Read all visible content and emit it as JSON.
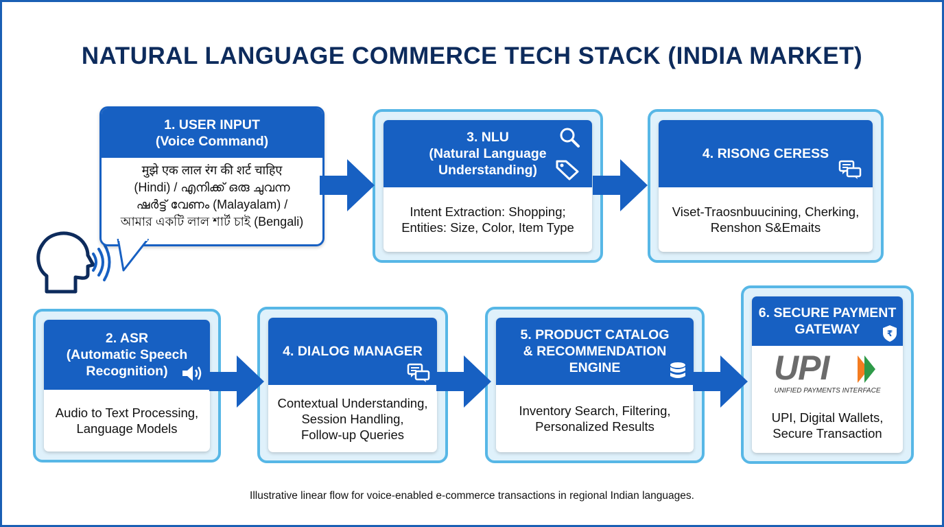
{
  "title": "NATURAL LANGUAGE COMMERCE TECH STACK (INDIA MARKET)",
  "footer": "Illustrative linear flow for voice-enabled e-commerce transactions in regional Indian languages.",
  "colors": {
    "header_blue": "#1760c2",
    "frame_cyan": "#57b7e6",
    "title_navy": "#0d2b5c"
  },
  "steps": {
    "user_input": {
      "title1": "1. USER INPUT",
      "title2": "(Voice Command)",
      "lines": [
        "मुझे एक लाल रंग की शर्ट चाहिए",
        "(Hindi) / എനിക്ക് ഒരു ചുവന്ന",
        "ഷർട്ട് വേണം (Malayalam) /",
        "আমার একটি লাল শার্ট চাই (Bengali)"
      ],
      "icon": "speaking-head-icon"
    },
    "nlu": {
      "title1": "3. NLU",
      "title2": "(Natural Language",
      "title3": "Understanding)",
      "lines": [
        "Intent Extraction: Shopping;",
        "Entities: Size, Color, Item Type"
      ],
      "icons": [
        "magnifier-icon",
        "tag-icon"
      ]
    },
    "rising": {
      "title1": "4. RISONG CERESS",
      "lines": [
        "Viset-Traosnbuucining, Cherking,",
        "Renshon S&Emaits"
      ],
      "icon": "chat-bubbles-icon"
    },
    "asr": {
      "title1": "2. ASR",
      "title2": "(Automatic Speech",
      "title3": "Recognition)",
      "lines": [
        "Audio to Text Processing,",
        "Language Models"
      ],
      "icon": "speaker-icon"
    },
    "dialog": {
      "title1": "4. DIALOG MANAGER",
      "lines": [
        "Contextual Understanding,",
        "Session Handling,",
        "Follow-up Queries"
      ],
      "icon": "chat-bubbles-icon"
    },
    "catalog": {
      "title1": "5. PRODUCT CATALOG",
      "title2": "& RECOMMENDATION",
      "title3": "ENGINE",
      "lines": [
        "Inventory Search, Filtering,",
        "Personalized Results"
      ],
      "icon": "database-icon"
    },
    "payment": {
      "title1": "6. SECURE PAYMENT",
      "title2": "GATEWAY",
      "logo_text": "UPI",
      "logo_sub": "UNIFIED PAYMENTS INTERFACE",
      "lines": [
        "UPI, Digital Wallets,",
        "Secure Transaction"
      ],
      "icon": "rupee-shield-icon"
    }
  }
}
